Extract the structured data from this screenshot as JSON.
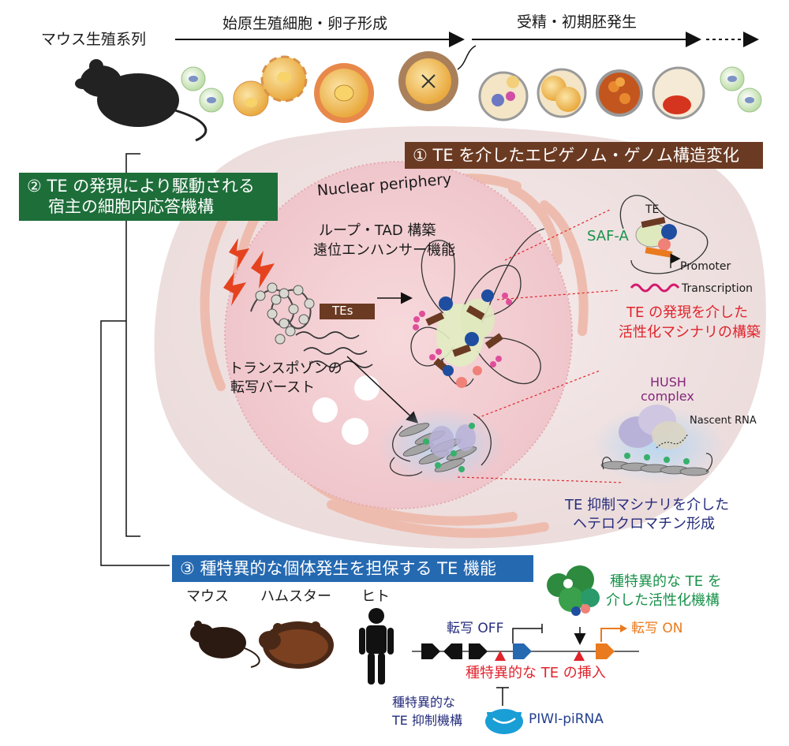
{
  "stages": {
    "lineage": "マウス生殖系列",
    "oogenesis": "始原生殖細胞・卵子形成",
    "embryo": "受精・初期胚発生"
  },
  "section1": {
    "title": "① TE を介したエピゲノム・ゲノム構造変化",
    "bg": "#6b3a22"
  },
  "section2": {
    "line1": "② TE の発現により駆動される",
    "line2": "宿主の細胞内応答機構",
    "bg": "#1e6e3a"
  },
  "section3": {
    "title": "③ 種特異的な個体発生を担保する TE 機能",
    "bg": "#2569b0"
  },
  "nucleus": {
    "periphery": "Nuclear periphery",
    "loop_line1": "ループ・TAD 構築",
    "loop_line2": "遠位エンハンサー機能",
    "tes": "TEs",
    "burst_line1": "トランスポゾンの",
    "burst_line2": "転写バースト"
  },
  "activation": {
    "te": "TE",
    "safa": "SAF-A",
    "promoter": "Promoter",
    "transcription": "Transcription",
    "caption1": "TE の発現を介した",
    "caption2": "活性化マシナリの構築"
  },
  "repression": {
    "hush1": "HUSH",
    "hush2": "complex",
    "nascent": "Nascent RNA",
    "caption1": "TE 抑制マシナリを介した",
    "caption2": "ヘテロクロマチン形成"
  },
  "species": {
    "mouse": "マウス",
    "hamster": "ハムスター",
    "human": "ヒト"
  },
  "gene": {
    "off": "転写 OFF",
    "on": "転写 ON",
    "insertion": "種特異的な TE の挿入",
    "act1": "種特異的な TE を",
    "act2": "介した活性化機構",
    "rep1": "種特異的な",
    "rep2": "TE 抑制機構",
    "piwi": "PIWI-piRNA"
  },
  "colors": {
    "brown": "#6b3a22",
    "green": "#1e6e3a",
    "blue": "#2569b0",
    "red": "#e0242c"
  }
}
